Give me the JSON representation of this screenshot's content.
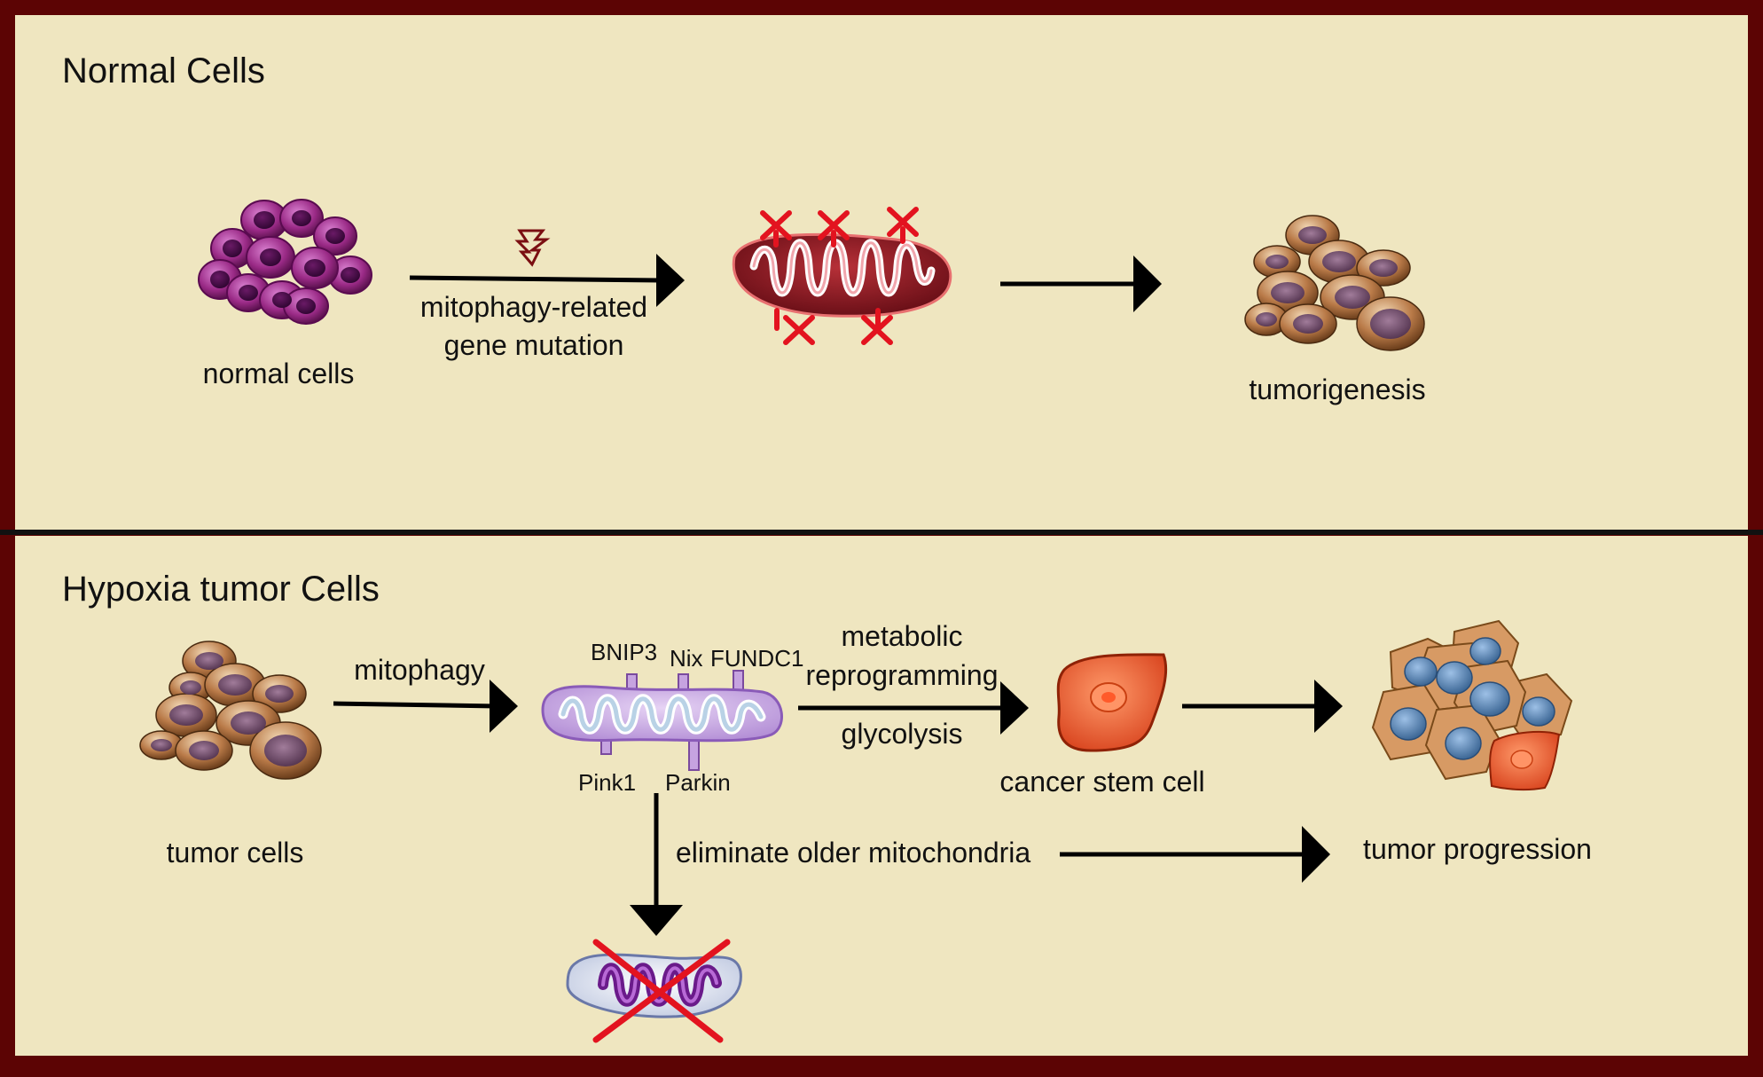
{
  "colors": {
    "frame": "#5c0404",
    "panel_background": "#efe6c0",
    "divider": "#111111",
    "arrow": "#000000",
    "cross_red": "#e3131f",
    "normal_cell": "#9a2a86",
    "tumor_cell": "#9a6238",
    "mitochondrion_red": "#8d1520",
    "mitochondrion_purple": "#c6a3e0",
    "stem_cell": "#e8522a",
    "tumor_nucleus_blue": "#4f7fb1"
  },
  "panels": {
    "top": {
      "title": "Normal Cells",
      "normal_cells_label": "normal cells",
      "mutation_label_line1": "mitophagy-related",
      "mutation_label_line2": "gene mutation",
      "tumorigenesis_label": "tumorigenesis",
      "icons": [
        "normal-cell-cluster-icon",
        "mutation-symbol-icon",
        "damaged-mitochondrion-icon",
        "tumor-cell-cluster-icon"
      ]
    },
    "bottom": {
      "title": "Hypoxia tumor Cells",
      "tumor_cells_label": "tumor cells",
      "mitophagy_label": "mitophagy",
      "bnip3_label": "BNIP3",
      "nix_label": "Nix",
      "fundc1_label": "FUNDC1",
      "pink1_label": "Pink1",
      "parkin_label": "Parkin",
      "metabolic_label": "metabolic",
      "reprogramming_label": "reprogramming",
      "glycolysis_label": "glycolysis",
      "cancer_stem_cell_label": "cancer stem cell",
      "eliminate_label": "eliminate older mitochondria",
      "tumor_progression_label": "tumor progression",
      "icons": [
        "tumor-cell-cluster-icon",
        "mitochondrion-receptors-icon",
        "cancer-stem-cell-icon",
        "tumor-mass-icon",
        "eliminated-mitochondrion-icon"
      ]
    }
  }
}
